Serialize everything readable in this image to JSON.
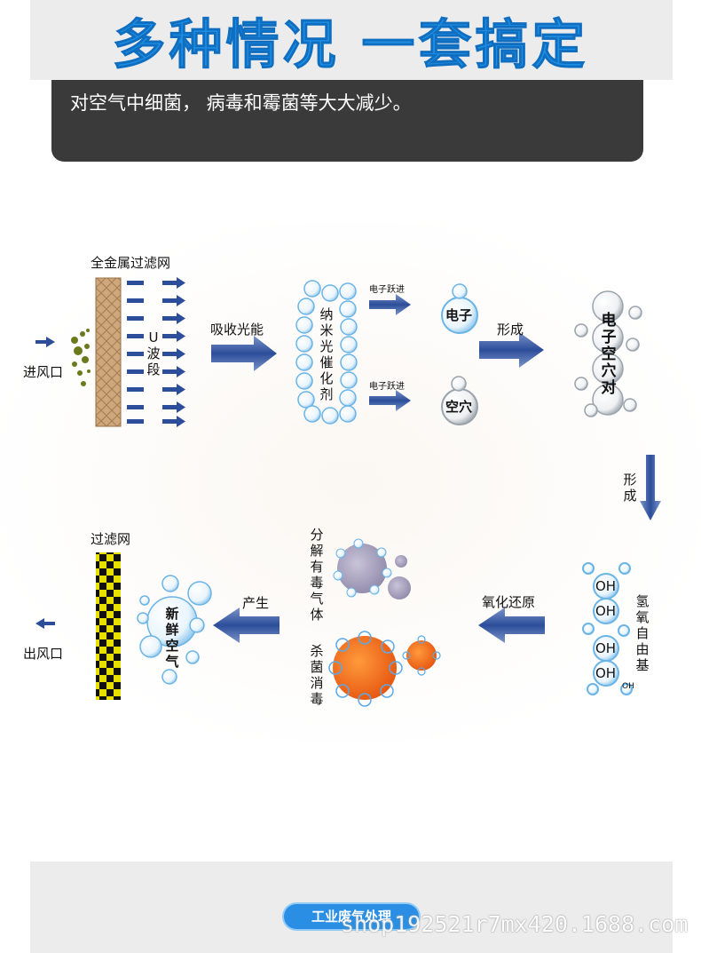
{
  "header": {
    "title": "多种情况 一套搞定",
    "card_text": "对空气中细菌， 病毒和霉菌等大大减少。"
  },
  "diagram": {
    "filter_top": "全金属过滤网",
    "inlet": "进风口",
    "uv_band": "U波段",
    "absorb": "吸收光能",
    "catalyst": "纳米光催化剂",
    "electron_jump_1": "电子跃进",
    "electron_jump_2": "电子跃进",
    "electron": "电子",
    "hole": "空穴",
    "form_1": "形成",
    "pair": "电子空穴对",
    "form_2": "形成",
    "radical": "氢氧自由基",
    "oh_label": "OH",
    "redox": "氧化还原",
    "decompose": "分解有毒气体",
    "sterilize": "杀菌消毒",
    "produce": "产生",
    "fresh_air": "新鲜空气",
    "filter_bottom": "过滤网",
    "outlet": "出风口"
  },
  "footer": {
    "pill": "工业废气处理",
    "watermark": "shop192521r7mx420.1688.com"
  }
}
